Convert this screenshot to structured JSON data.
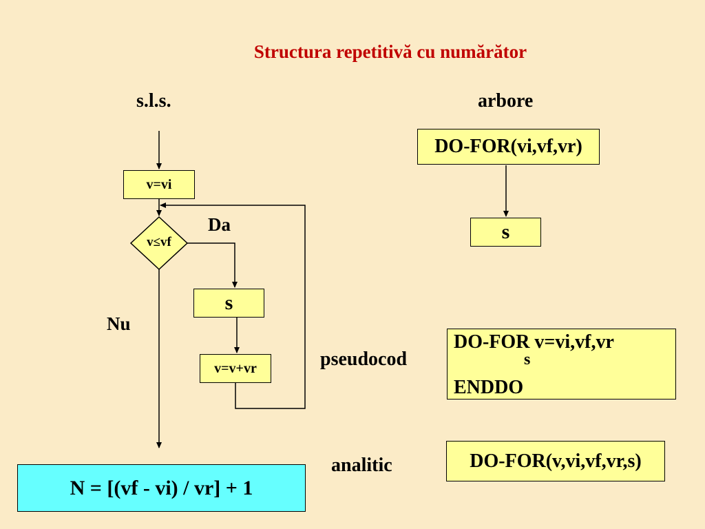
{
  "title": "Structura repetitivă cu numărător",
  "headings": {
    "sls": "s.l.s.",
    "tree": "arbore",
    "pseudocode": "pseudocod",
    "analytic": "analitic"
  },
  "flowchart": {
    "init": "v=vi",
    "condition": "v≤vf",
    "yes": "Da",
    "no": "Nu",
    "body": "s",
    "increment": "v=v+vr"
  },
  "tree": {
    "root": "DO-FOR(vi,vf,vr)",
    "child": "s"
  },
  "pseudocode": {
    "line1": "DO-FOR v=vi,vf,vr",
    "line2": "s",
    "line3": "ENDDO"
  },
  "analytic": {
    "expression": "DO-FOR(v,vi,vf,vr,s)"
  },
  "formula": "N = [(vf - vi) / vr] + 1",
  "colors": {
    "background": "#FBEBC7",
    "title": "#C00000",
    "box_fill": "#FFFF99",
    "formula_fill": "#66FFFF"
  }
}
